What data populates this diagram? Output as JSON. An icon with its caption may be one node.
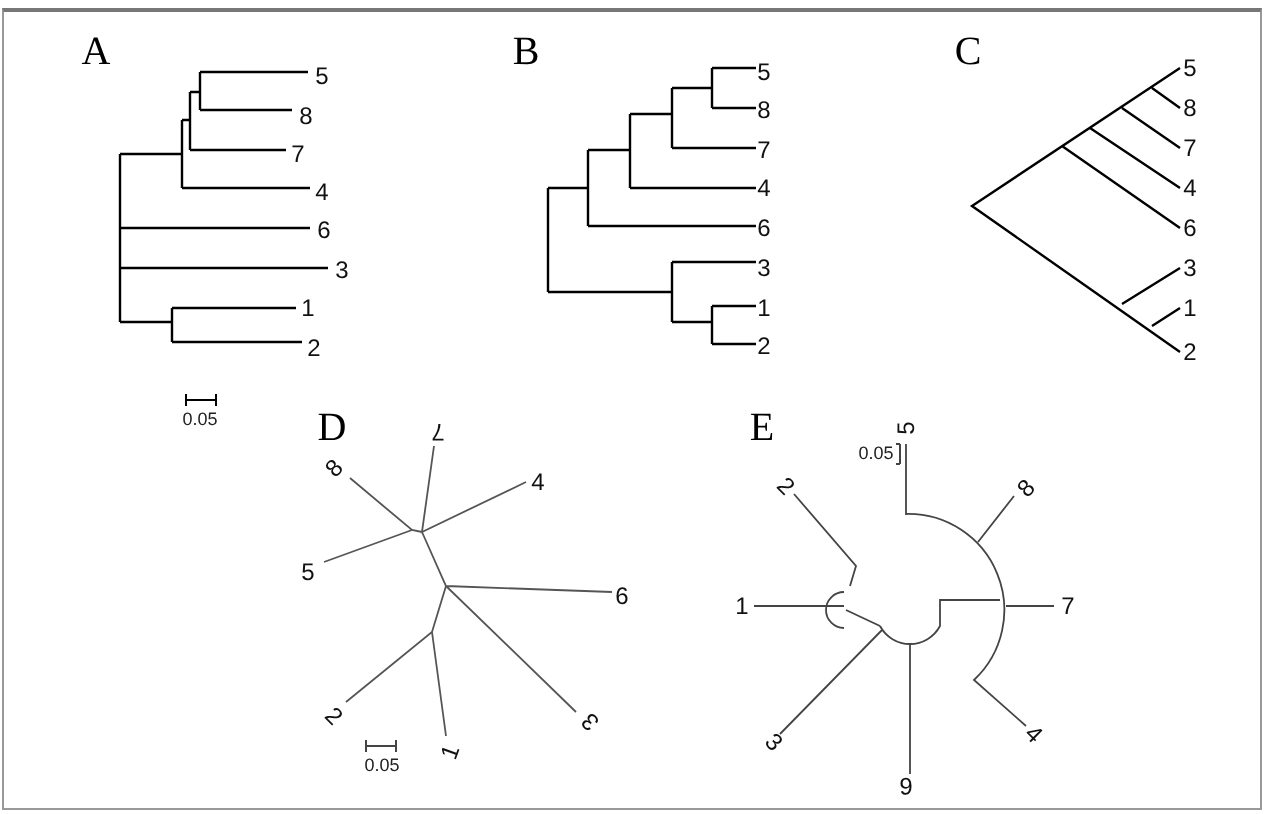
{
  "diagram": {
    "labels": [
      "A",
      "5",
      "8",
      "7",
      "4",
      "6",
      "3",
      "1",
      "2",
      "0.05",
      "B",
      "5",
      "8",
      "7",
      "4",
      "6",
      "3",
      "1",
      "2",
      "C",
      "5",
      "8",
      "7",
      "4",
      "6",
      "3",
      "1",
      "2",
      "D",
      "7",
      "8",
      "4",
      "5",
      "6",
      "2",
      "3",
      "1",
      "0.05",
      "E",
      "5",
      "0.05",
      "2",
      "8",
      "1",
      "7",
      "3",
      "4",
      "6"
    ]
  }
}
